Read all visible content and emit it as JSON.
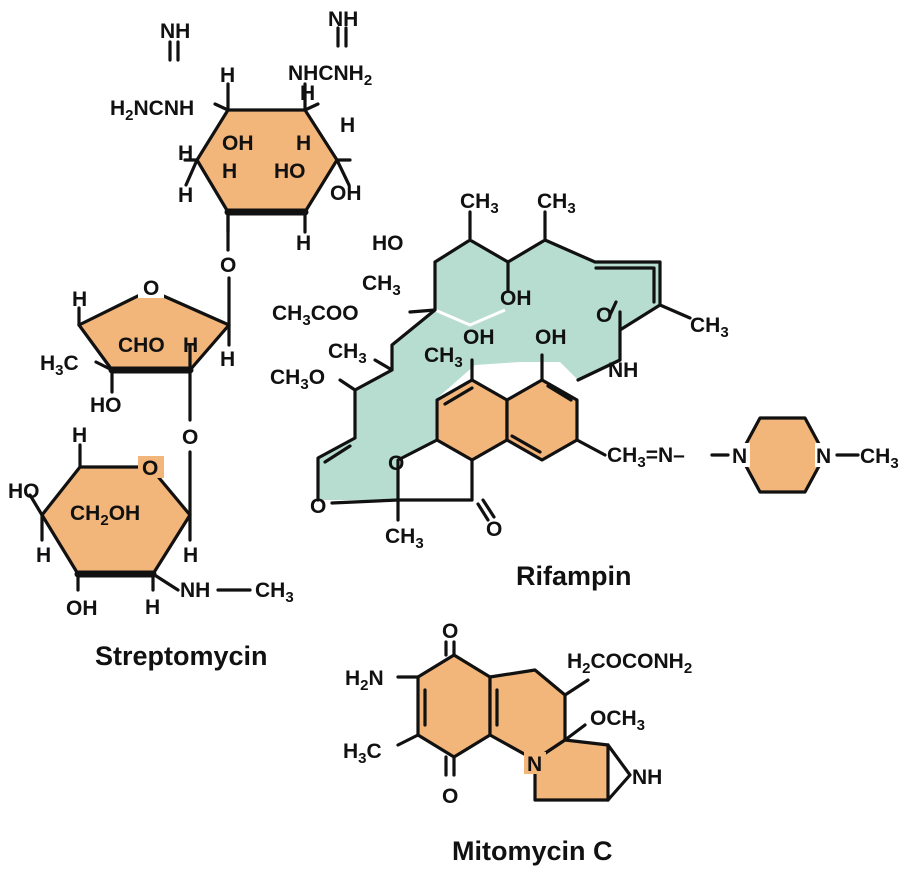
{
  "colors": {
    "ring_fill": "#f2b57a",
    "macrocycle_fill": "#b7ddd0",
    "ink": "#111111"
  },
  "streptomycin": {
    "caption": "Streptomycin",
    "streptidine": {
      "guanidino_left_top": "NH",
      "guanidino_left": [
        "H",
        "2",
        "NCNH"
      ],
      "guanidino_right_top": "NH",
      "guanidino_right": [
        "NHCNH",
        "2"
      ],
      "h_top_left": "H",
      "h_top_right": "H",
      "h_right": "H",
      "h_left": "H",
      "h_bottom_left": "H",
      "h_bottom_right": "H",
      "oh_inner_left": "OH",
      "oh_inner_right": "HO",
      "oh_right": "OH",
      "h_inner_left": "H",
      "h_inner_right": "H"
    },
    "link_oxygen_1": "O",
    "streptose": {
      "ring_o": "O",
      "h_top": "H",
      "cho": "CHO",
      "h3c": [
        "H",
        "3",
        "C"
      ],
      "ho": "HO",
      "h_inner": "H",
      "h_right": "H"
    },
    "link_oxygen_2": "O",
    "glucosamine": {
      "ring_o": "O",
      "h_top": "H",
      "ho": "HO",
      "h_left": "H",
      "ch2oh": [
        "CH",
        "2",
        "OH"
      ],
      "h_right": "H",
      "oh_bottom": "OH",
      "h_bottom": "H",
      "nh": "NH",
      "ch3": [
        "CH",
        "3"
      ]
    }
  },
  "rifampin": {
    "caption": "Rifampin",
    "ch3_top_left": [
      "CH",
      "3"
    ],
    "ch3_top_right": [
      "CH",
      "3"
    ],
    "ho_top": "HO",
    "ch3_mid": [
      "CH",
      "3"
    ],
    "oh_mid": "OH",
    "ch3coo": [
      "CH",
      "3",
      "COO"
    ],
    "ch3_left": [
      "CH",
      "3"
    ],
    "ch3o": [
      "CH",
      "3",
      "O"
    ],
    "ch3_ring": [
      "CH",
      "3"
    ],
    "oh_ring_left": "OH",
    "oh_ring_right": "OH",
    "carbonyl_o": "O",
    "amide_nh": "NH",
    "ch3_right": [
      "CH",
      "3"
    ],
    "furan_o": "O",
    "ring_o_left": "O",
    "ch3_bottom": [
      "CH",
      "3"
    ],
    "ketone_o": "O",
    "side_chain": [
      "CH",
      "3",
      "=N–"
    ],
    "piperazine_n1": "N",
    "piperazine_n2": "N",
    "n_methyl": [
      "CH",
      "3"
    ]
  },
  "mitomycin": {
    "caption": "Mitomycin C",
    "o_top": "O",
    "o_bottom": "O",
    "h2n": [
      "H",
      "2",
      "N"
    ],
    "h3c": [
      "H",
      "3",
      "C"
    ],
    "carbamate": [
      "H",
      "2",
      "COCONH",
      "2"
    ],
    "och3": [
      "OCH",
      "3"
    ],
    "ring_n": "N",
    "aziridine_nh": "NH"
  }
}
